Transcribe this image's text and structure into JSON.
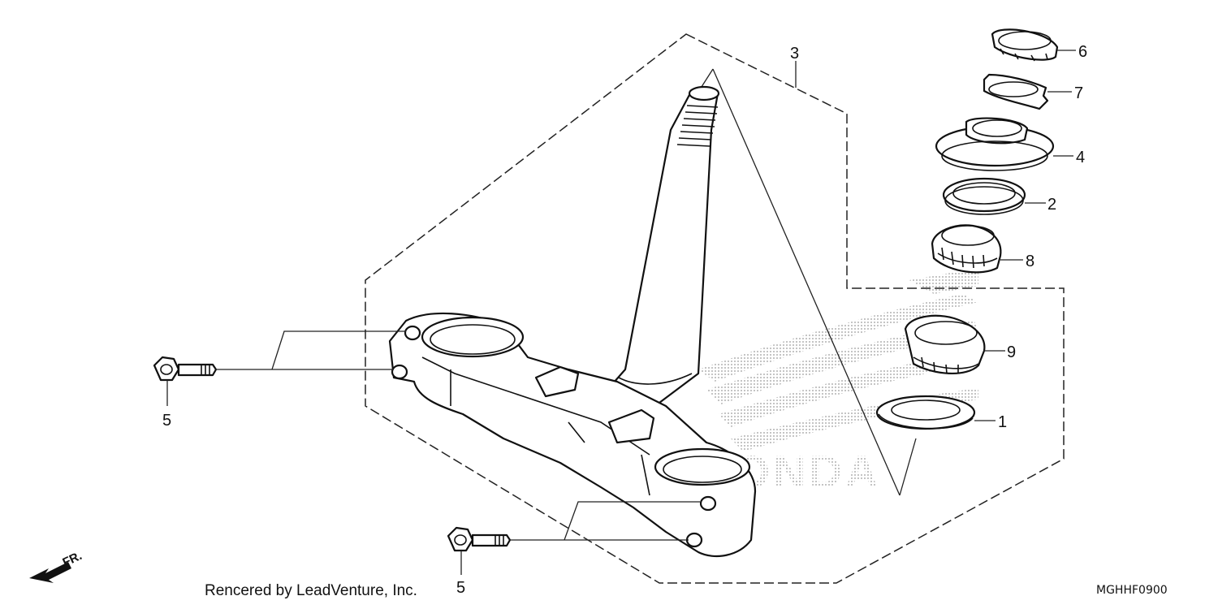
{
  "diagram": {
    "callouts": {
      "c1": "1",
      "c2": "2",
      "c3": "3",
      "c4": "4",
      "c5a": "5",
      "c5b": "5",
      "c6": "6",
      "c7": "7",
      "c8": "8",
      "c9": "9"
    },
    "front_marker": "FR.",
    "watermark": "HONDA",
    "credit": "Rencered by LeadVenture, Inc.",
    "reference_code": "MGHHF0900"
  }
}
